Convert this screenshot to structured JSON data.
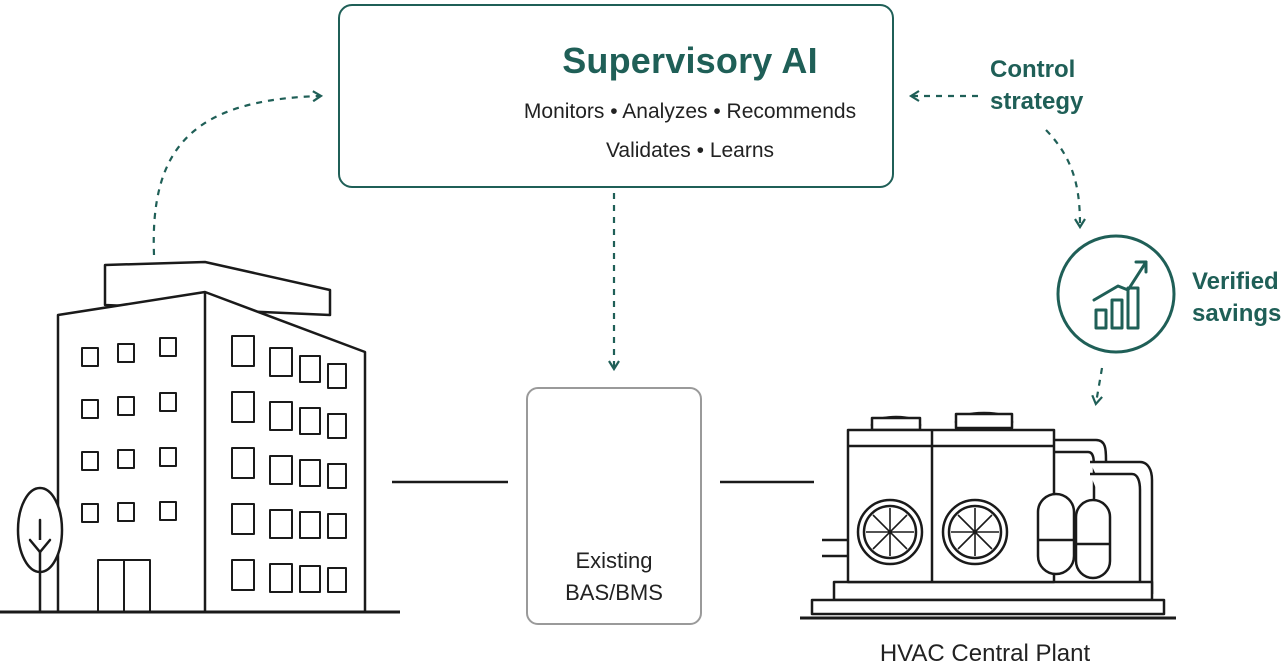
{
  "supervisory_ai": {
    "title": "Supervisory AI",
    "capabilities_line1": "Monitors • Analyzes • Recommends",
    "capabilities_line2": "Validates • Learns"
  },
  "control_strategy": {
    "line1": "Control",
    "line2": "strategy"
  },
  "verified_savings": {
    "line1": "Verified",
    "line2": "savings"
  },
  "bas_bms": {
    "line1": "Existing",
    "line2": "BAS/BMS"
  },
  "hvac_plant": {
    "label": "HVAC Central Plant"
  },
  "colors": {
    "accent": "#1f5f57",
    "line": "#1a1a1a",
    "border_gray": "#9a9a9a"
  },
  "icons": [
    "brain-circuit-icon",
    "office-building-icon",
    "tree-icon",
    "monitor-chart-icon",
    "growth-chart-icon",
    "hvac-chiller-icon"
  ]
}
